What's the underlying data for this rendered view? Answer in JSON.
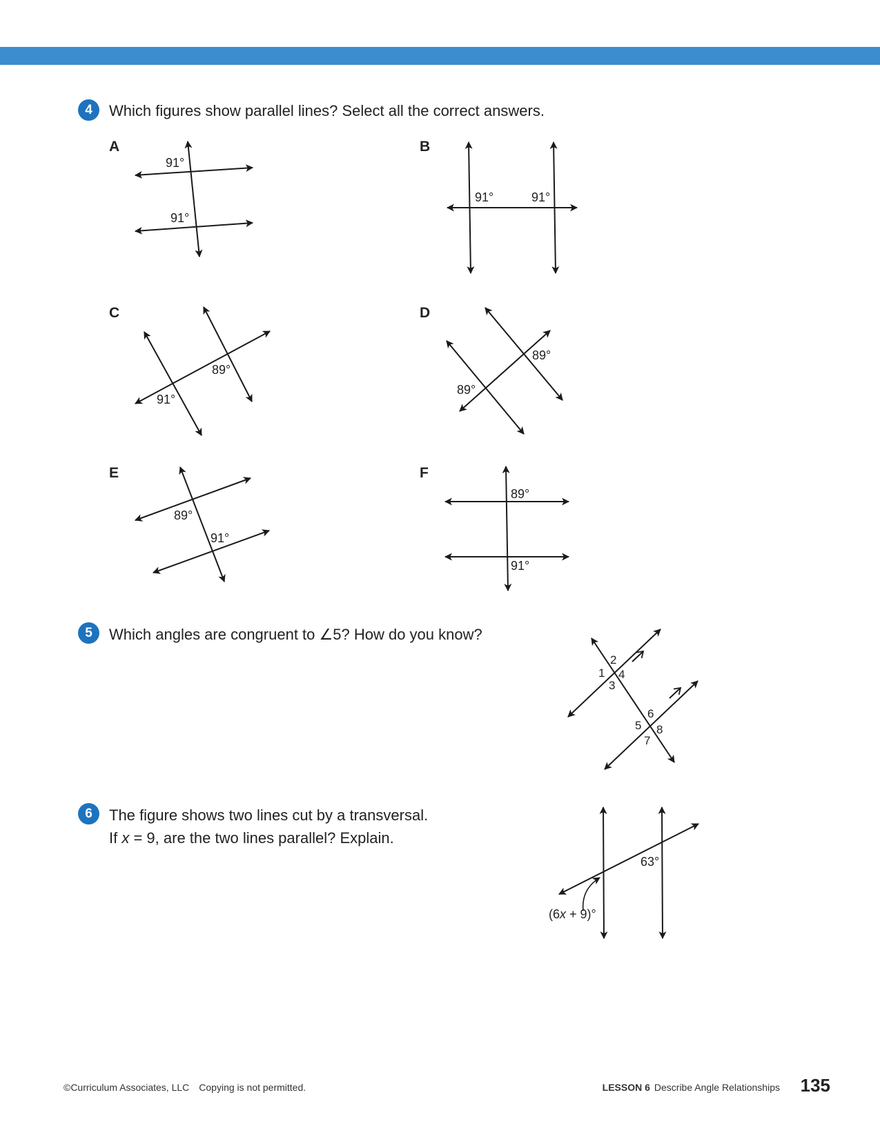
{
  "questions": [
    {
      "number": "4",
      "text": "Which figures show parallel lines? Select all the correct answers."
    },
    {
      "number": "5",
      "text_before": "Which angles are congruent to ",
      "angle_symbol": "∠",
      "text_after": "5? How do you know?"
    },
    {
      "number": "6",
      "line1": "The figure shows two lines cut by a transversal.",
      "line2_before": "If ",
      "line2_var": "x",
      "line2_after": " = 9, are the two lines parallel? Explain."
    }
  ],
  "options": [
    {
      "letter": "A",
      "angles": [
        "91°",
        "91°"
      ]
    },
    {
      "letter": "B",
      "angles": [
        "91°",
        "91°"
      ]
    },
    {
      "letter": "C",
      "angles": [
        "89°",
        "91°"
      ]
    },
    {
      "letter": "D",
      "angles": [
        "89°",
        "89°"
      ]
    },
    {
      "letter": "E",
      "angles": [
        "89°",
        "91°"
      ]
    },
    {
      "letter": "F",
      "angles": [
        "89°",
        "91°"
      ]
    }
  ],
  "figure5": {
    "angle_labels": [
      "1",
      "2",
      "3",
      "4",
      "5",
      "6",
      "7",
      "8"
    ]
  },
  "figure6": {
    "angle_known": "63°",
    "expr_open": "(6",
    "expr_var": "x",
    "expr_rest": " + 9)°"
  },
  "footer": {
    "copyright": "©Curriculum Associates, LLC",
    "notice": "Copying is not permitted.",
    "lesson_label": "LESSON 6",
    "lesson_title": "Describe Angle Relationships",
    "page_number": "135"
  }
}
